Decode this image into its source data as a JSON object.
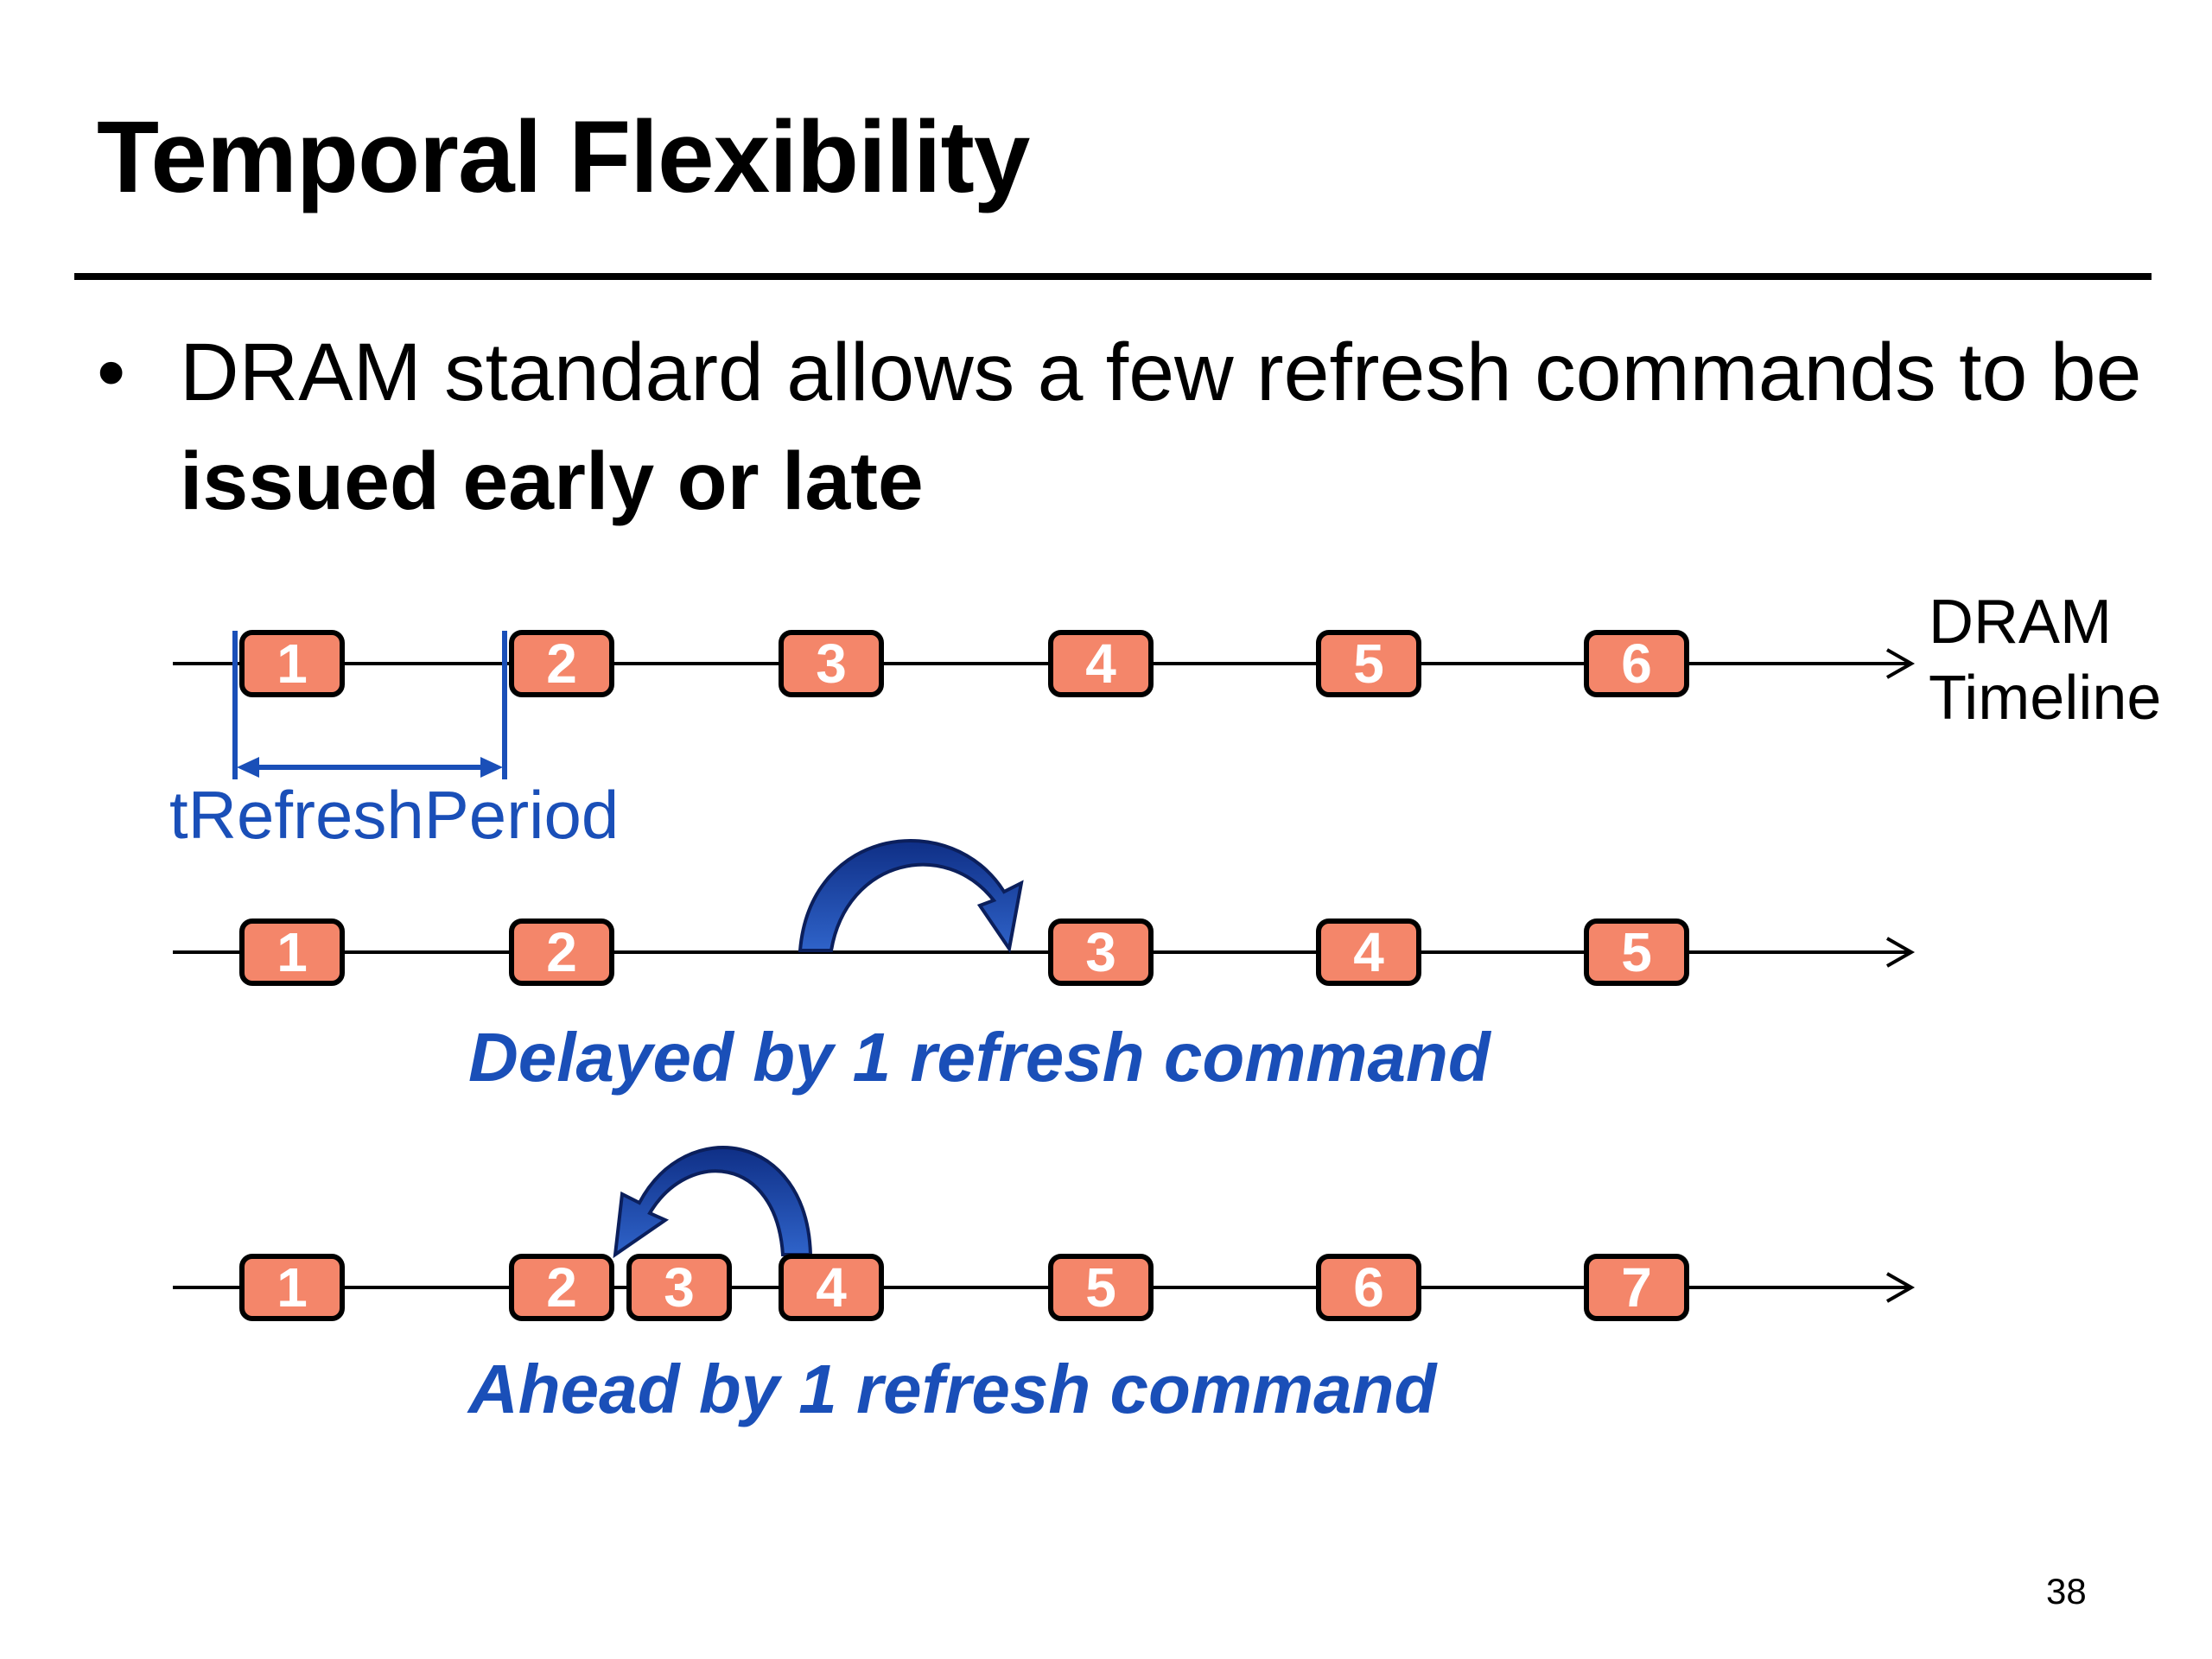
{
  "slide": {
    "title": "Temporal Flexibility",
    "bullet": {
      "marker": "•",
      "line1": "DRAM standard allows a few refresh commands to be",
      "line2_bold": "issued early or late"
    },
    "timeline_label": [
      "DRAM",
      "Timeline"
    ],
    "period_label": "tRefreshPeriod",
    "caption_delayed": "Delayed by 1 refresh command",
    "caption_ahead": "Ahead by 1 refresh command",
    "page_number": "38"
  },
  "colors": {
    "box_fill": "#f4866a",
    "box_text": "#ffffff",
    "accent_blue": "#1a4fb8",
    "arrow_blue": "#1f4fa8"
  },
  "timelines": [
    {
      "name": "nominal",
      "commands": [
        "1",
        "2",
        "3",
        "4",
        "5",
        "6"
      ]
    },
    {
      "name": "delayed",
      "commands": [
        "1",
        "2",
        "3",
        "4",
        "5"
      ]
    },
    {
      "name": "ahead",
      "commands": [
        "1",
        "2",
        "3",
        "4",
        "5",
        "6",
        "7"
      ]
    }
  ]
}
